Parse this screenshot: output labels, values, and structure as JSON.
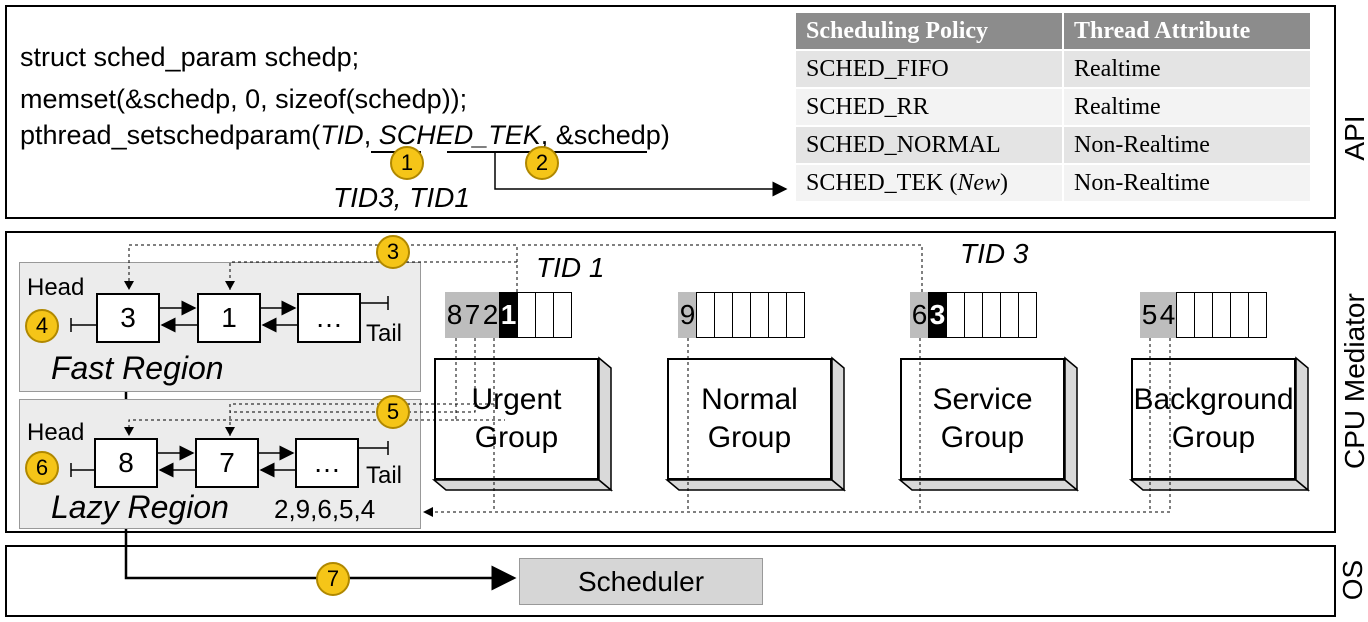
{
  "api": {
    "label": "API",
    "code": {
      "line1": "struct sched_param  schedp;",
      "line2": "memset(&schedp, 0, sizeof(schedp));",
      "line3_prefix": "pthread_setschedparam(",
      "line3_arg1": "TID",
      "line3_sep": ", ",
      "line3_arg2": "SCHED_TEK",
      "line3_suffix": ", &schedp)"
    },
    "tid_values": "TID3, TID1",
    "table": {
      "headers": [
        "Scheduling Policy",
        "Thread Attribute"
      ],
      "rows": [
        {
          "policy": "SCHED_FIFO",
          "attr": "Realtime"
        },
        {
          "policy": "SCHED_RR",
          "attr": "Realtime"
        },
        {
          "policy": "SCHED_NORMAL",
          "attr": "Non-Realtime"
        },
        {
          "policy": "SCHED_TEK (",
          "policy_new": "New",
          "policy_end": ")",
          "attr": "Non-Realtime"
        }
      ]
    }
  },
  "mediator": {
    "label": "CPU Mediator",
    "fast": {
      "title": "Fast Region",
      "head": "Head",
      "tail": "Tail",
      "nodes": [
        "3",
        "1",
        "…"
      ]
    },
    "lazy": {
      "title": "Lazy Region",
      "head": "Head",
      "tail": "Tail",
      "nodes": [
        "8",
        "7",
        "…"
      ],
      "pending": "2,9,6,5,4"
    },
    "tid1": "TID 1",
    "tid3": "TID 3",
    "groups": [
      {
        "line1": "Urgent",
        "line2": "Group",
        "cells": [
          "8",
          "7",
          "2",
          "1"
        ]
      },
      {
        "line1": "Normal",
        "line2": "Group",
        "cells": [
          "9"
        ]
      },
      {
        "line1": "Service",
        "line2": "Group",
        "cells": [
          "6",
          "3"
        ]
      },
      {
        "line1": "Background",
        "line2": "Group",
        "cells": [
          "5",
          "4"
        ]
      }
    ]
  },
  "os": {
    "label": "OS",
    "scheduler": "Scheduler"
  },
  "steps": [
    "1",
    "2",
    "3",
    "4",
    "5",
    "6",
    "7"
  ],
  "colors": {
    "step_circle": "#f5c518",
    "highlight_cell": "#000000",
    "queued_cell": "#bdbdbd"
  }
}
